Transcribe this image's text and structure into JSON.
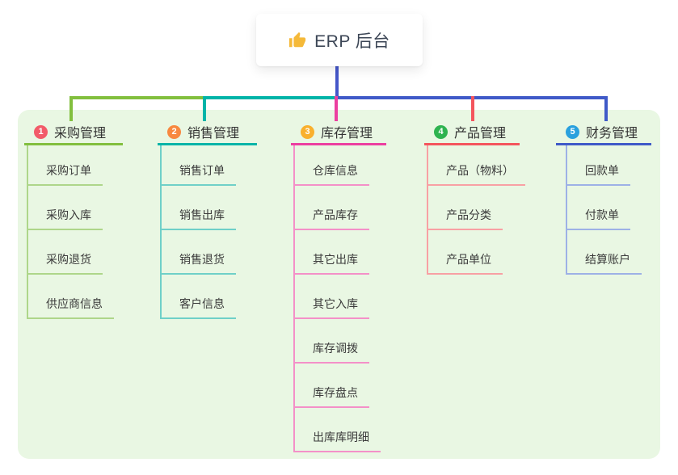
{
  "root": {
    "title": "ERP 后台",
    "icon": "thumbs-up-icon",
    "icon_color": "#f5b939",
    "connector_color": "#4557c9"
  },
  "panel": {
    "background": "#e9f7e3"
  },
  "branches": [
    {
      "badge": "1",
      "name": "采购管理",
      "badge_color": "#f25b69",
      "line_color": "#82bf3e",
      "child_line_color": "#aed68a",
      "children": [
        "采购订单",
        "采购入库",
        "采购退货",
        "供应商信息"
      ]
    },
    {
      "badge": "2",
      "name": "销售管理",
      "badge_color": "#f8883f",
      "line_color": "#00b4a8",
      "child_line_color": "#6fd0c8",
      "children": [
        "销售订单",
        "销售出库",
        "销售退货",
        "客户信息"
      ]
    },
    {
      "badge": "3",
      "name": "库存管理",
      "badge_color": "#f9b02d",
      "line_color": "#ec3fa0",
      "child_line_color": "#f490c8",
      "children": [
        "仓库信息",
        "产品库存",
        "其它出库",
        "其它入库",
        "库存调拨",
        "库存盘点",
        "出库库明细"
      ]
    },
    {
      "badge": "4",
      "name": "产品管理",
      "badge_color": "#2fb350",
      "line_color": "#f4555d",
      "child_line_color": "#f8a0a4",
      "children": [
        "产品（物料）",
        "产品分类",
        "产品单位"
      ]
    },
    {
      "badge": "5",
      "name": "财务管理",
      "badge_color": "#2aa1de",
      "line_color": "#3f5ac8",
      "child_line_color": "#9db1e6",
      "children": [
        "回款单",
        "付款单",
        "结算账户"
      ]
    }
  ]
}
